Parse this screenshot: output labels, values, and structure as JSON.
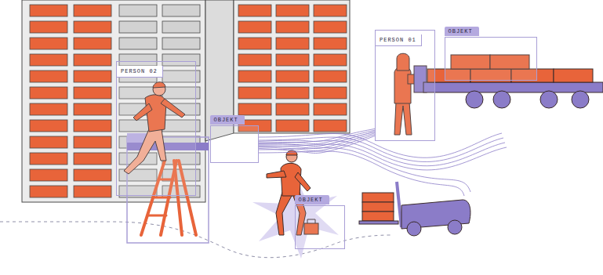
{
  "diagram": {
    "nodes": [
      {
        "text": [
          "PERSON 02"
        ]
      },
      {
        "text": [
          "PERSON 01"
        ]
      },
      {
        "text": [
          "OBJEKT"
        ]
      },
      {
        "text": [
          "OBJEKT"
        ]
      },
      {
        "text": [
          "OBJEKT"
        ]
      }
    ],
    "edges": [
      {
        "from": 3,
        "to": 1,
        "arrow": "none"
      }
    ]
  }
}
